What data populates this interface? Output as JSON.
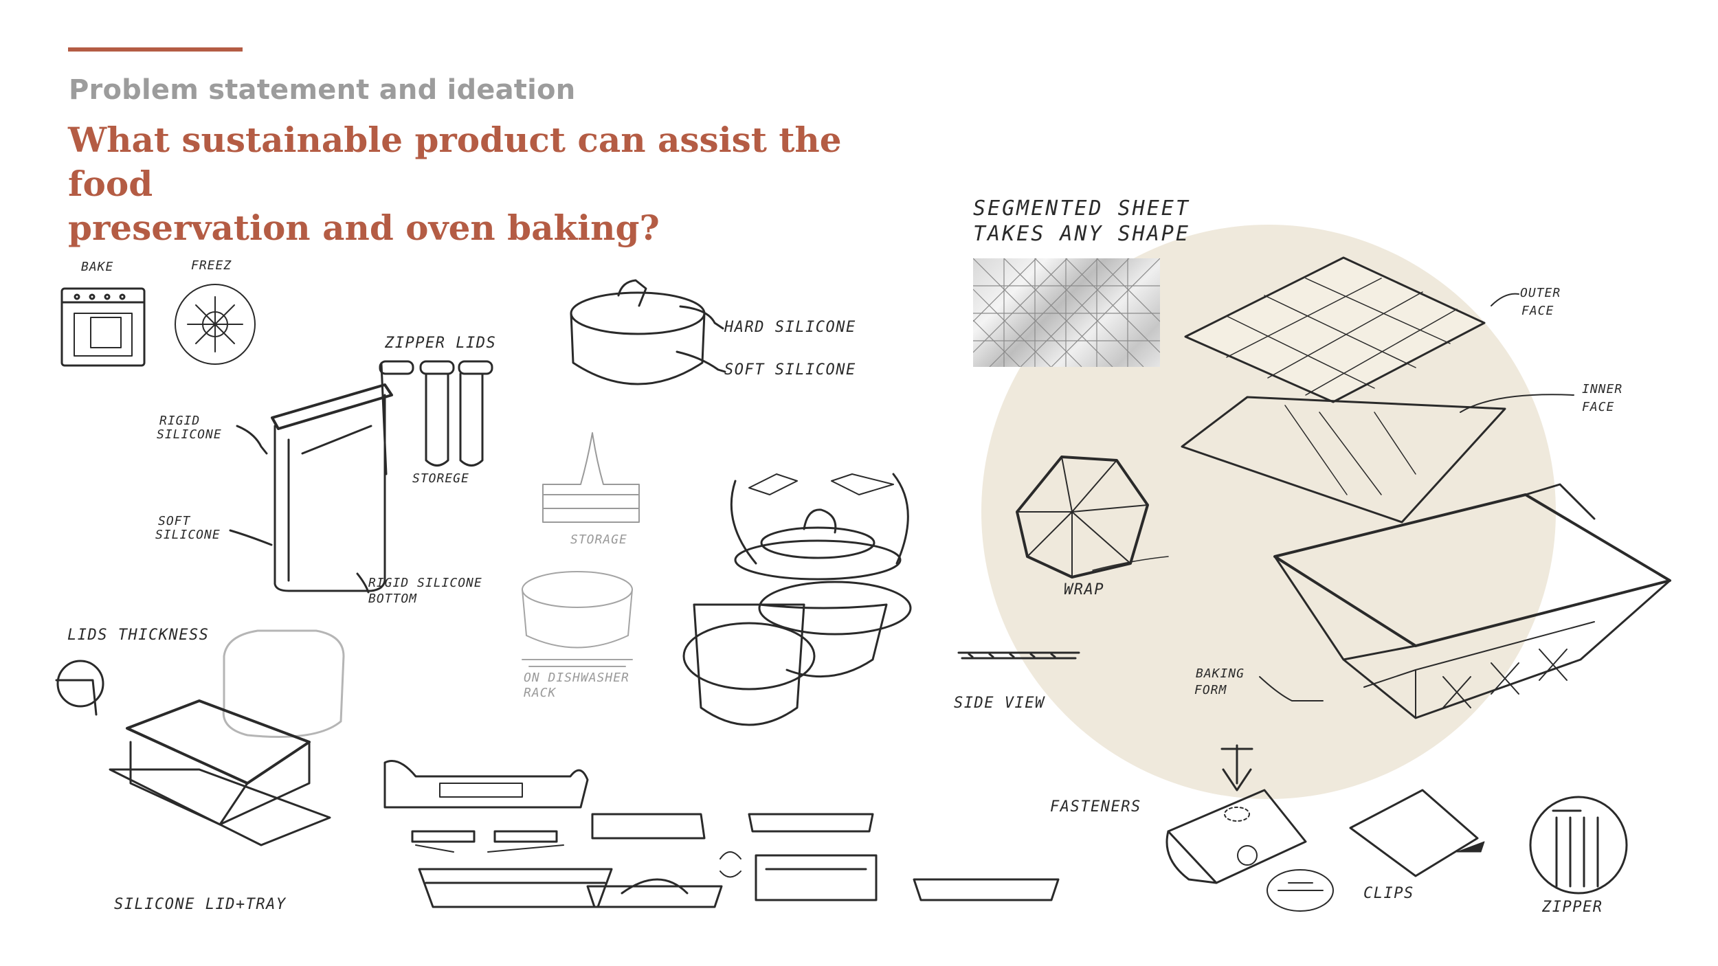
{
  "header": {
    "eyebrow": "Problem statement and ideation",
    "headline_line1": "What sustainable product can assist the food",
    "headline_line2": "preservation and oven baking?"
  },
  "colors": {
    "accent": "#b45c44",
    "eyebrow": "#9c9c9c",
    "circle_fill": "#efe9dc",
    "ink": "#2a2a2a"
  },
  "sketch_labels": {
    "bake": "BAKE",
    "freez": "FREEZ",
    "zipper_lids": "ZIPPER LIDS",
    "rigid_silicone_1": "RIGID",
    "rigid_silicone_2": "SILICONE",
    "storege": "STOREGE",
    "soft_silicone_1": "SOFT",
    "soft_silicone_2": "SILICONE",
    "rigid_bottom_1": "RIGID SILICONE",
    "rigid_bottom_2": "BOTTOM",
    "hard_silicone": "HARD SILICONE",
    "soft_silicone": "SOFT SILICONE",
    "storage": "STORAGE",
    "dishwasher_1": "ON DISHWASHER",
    "dishwasher_2": "RACK",
    "lids_thickness": "LIDS THICKNESS",
    "silicone_lid_tray": "SILICONE LID+TRAY",
    "segmented_1": "SEGMENTED  SHEET",
    "segmented_2": "TAKES  ANY  SHAPE",
    "outer_face_1": "OUTER",
    "outer_face_2": "FACE",
    "inner_face_1": "INNER",
    "inner_face_2": "FACE",
    "wrap": "WRAP",
    "baking_form_1": "BAKING",
    "baking_form_2": "FORM",
    "side_view": "SIDE VIEW",
    "fasteners": "FASTENERS",
    "clips": "CLIPS",
    "zipper": "ZIPPER"
  },
  "icons": [
    "oven-icon",
    "snowflake-icon",
    "geodesic-ball-icon",
    "down-arrow-icon",
    "rotate-icon"
  ]
}
